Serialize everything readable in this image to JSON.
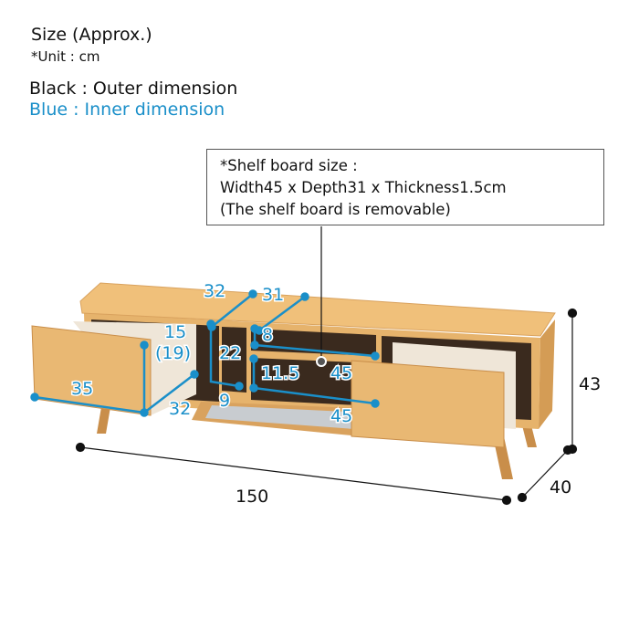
{
  "header": {
    "title": "Size (Approx.)",
    "unit": "*Unit : cm",
    "legend_black": "Black : Outer dimension",
    "legend_blue": "Blue : Inner dimension"
  },
  "note": {
    "line1": "*Shelf board size :",
    "line2": "Width45 x Depth31 x Thickness1.5cm",
    "line3": "(The shelf board is removable)"
  },
  "outer": {
    "width": "150",
    "height": "43",
    "depth": "40"
  },
  "inner": {
    "top_depth_left": "32",
    "top_depth_right": "31",
    "drawer_height": "15",
    "drawer_height_alt": "(19)",
    "drawer_width": "35",
    "drawer_depth": "32",
    "center_height": "22",
    "center_width": "9",
    "upper_shelf_height": "8",
    "upper_shelf_width": "45",
    "lower_shelf_height": "11.5",
    "lower_shelf_width": "45"
  },
  "colors": {
    "blue": "#1a8fc9",
    "wood": "#e6b36c",
    "black": "#111111"
  }
}
